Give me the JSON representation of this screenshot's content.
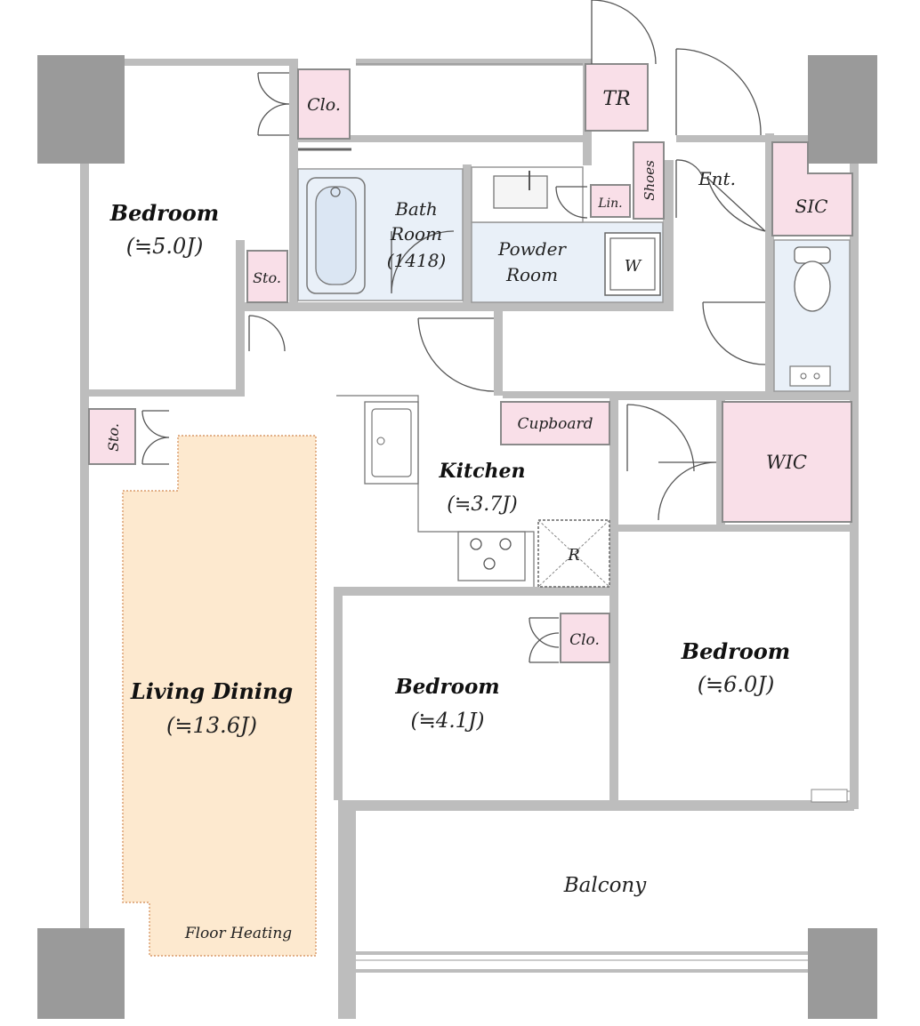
{
  "rooms": {
    "bedroom_nw": {
      "name": "Bedroom",
      "size": "(≒5.0J)"
    },
    "bath": {
      "line1": "Bath",
      "line2": "Room",
      "line3": "(1418)"
    },
    "powder": {
      "line1": "Powder",
      "line2": "Room"
    },
    "kitchen": {
      "name": "Kitchen",
      "size": "(≒3.7J)"
    },
    "living": {
      "name": "Living Dining",
      "size": "(≒13.6J)",
      "note": "Floor Heating"
    },
    "bedroom_mid": {
      "name": "Bedroom",
      "size": "(≒4.1J)"
    },
    "bedroom_se": {
      "name": "Bedroom",
      "size": "(≒6.0J)"
    },
    "balcony": {
      "name": "Balcony"
    }
  },
  "labels": {
    "clo_top": "Clo.",
    "tr": "TR",
    "shoes": "Shoes",
    "lin": "Lin.",
    "ent": "Ent.",
    "sic": "SIC",
    "sto_upper": "Sto.",
    "sto_lower": "Sto.",
    "w": "W",
    "cupboard": "Cupboard",
    "wic": "WIC",
    "r": "R",
    "clo_mid": "Clo."
  },
  "colors": {
    "wall": "#bdbdbd",
    "column": "#9a9a9a",
    "storage": "#f9dfe8",
    "wet_area": "#e9f0f8",
    "floor_heating": "#fde9cf"
  }
}
